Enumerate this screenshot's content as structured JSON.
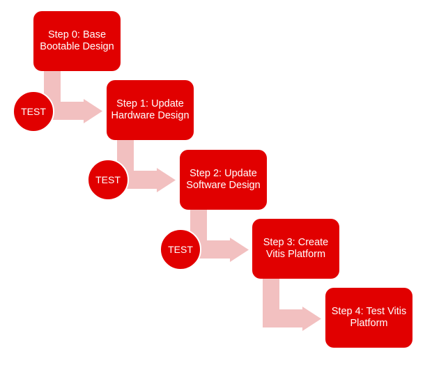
{
  "steps": [
    {
      "label": "Step 0: Base Bootable Design"
    },
    {
      "label": "Step 1: Update Hardware Design"
    },
    {
      "label": "Step 2: Update Software Design"
    },
    {
      "label": "Step 3: Create Vitis Platform"
    },
    {
      "label": "Step 4: Test Vitis Platform"
    }
  ],
  "test_label": "TEST",
  "colors": {
    "box": "#e10000",
    "arrow": "#f2c0c0"
  }
}
